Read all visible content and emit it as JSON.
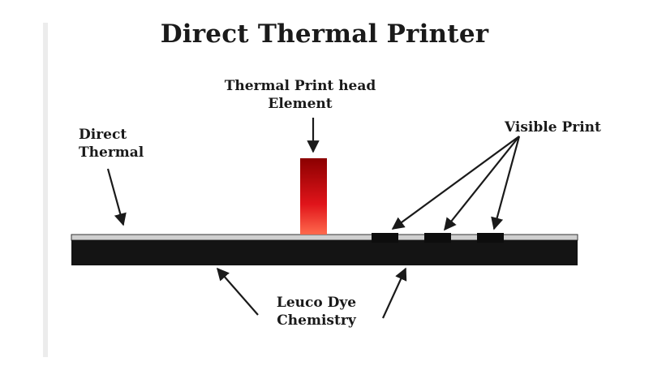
{
  "diagram": {
    "title": "Direct Thermal Printer",
    "labels": {
      "print_head": [
        "Thermal Print head",
        "Element"
      ],
      "direct_thermal": [
        "Direct",
        "Thermal"
      ],
      "visible_print": "Visible Print",
      "leuco_dye": [
        "Leuco Dye",
        "Chemistry"
      ]
    },
    "colors": {
      "paper": "#1a1a1a",
      "print_head_top": "#8b0000",
      "print_head_bottom": "#ff3b2b",
      "arrow": "#1a1a1a"
    }
  }
}
